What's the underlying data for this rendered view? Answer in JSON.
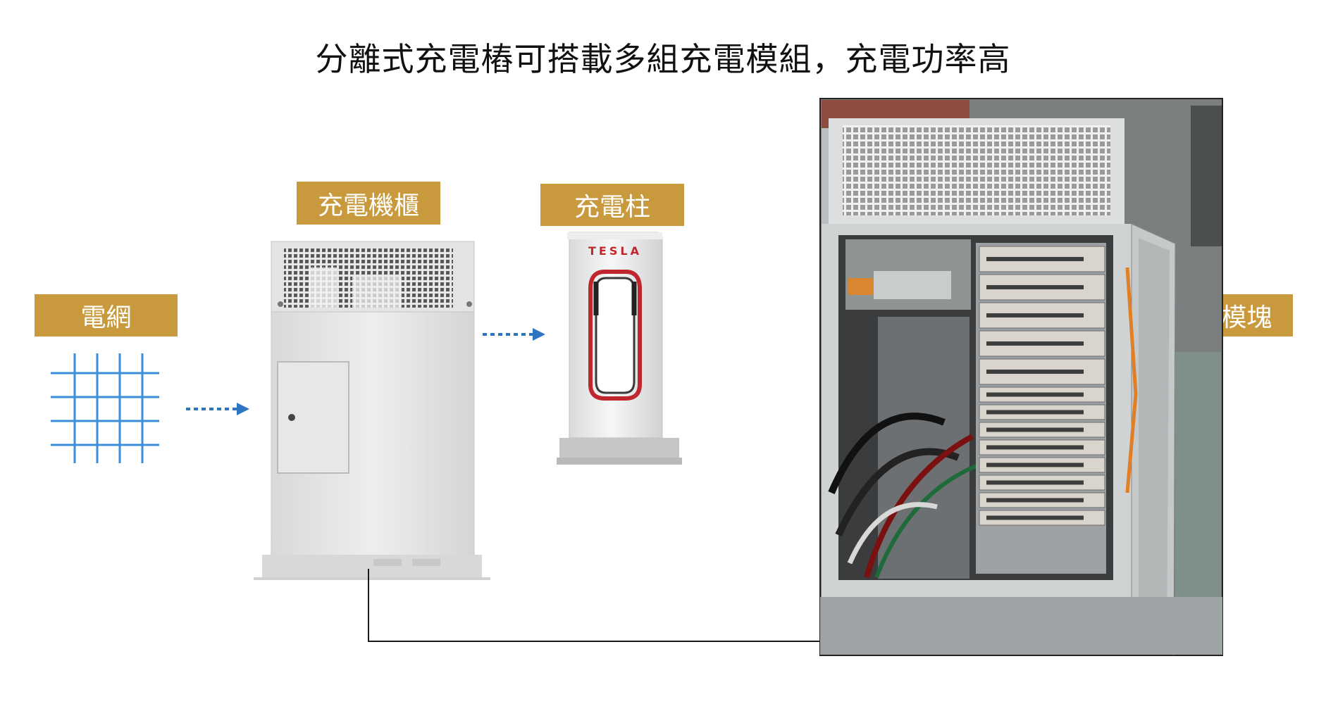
{
  "title": "分離式充電樁可搭載多組充電模組，充電功率高",
  "labels": {
    "grid": "電網",
    "cabinet": "充電機櫃",
    "post": "充電柱",
    "module": "充電模塊"
  },
  "charger_brand": "TESLA",
  "colors": {
    "label_bg": "#C9993E",
    "grid_blue": "#3A8FD9",
    "arrow_blue": "#2E75C2",
    "tesla_red": "#C0272D"
  }
}
